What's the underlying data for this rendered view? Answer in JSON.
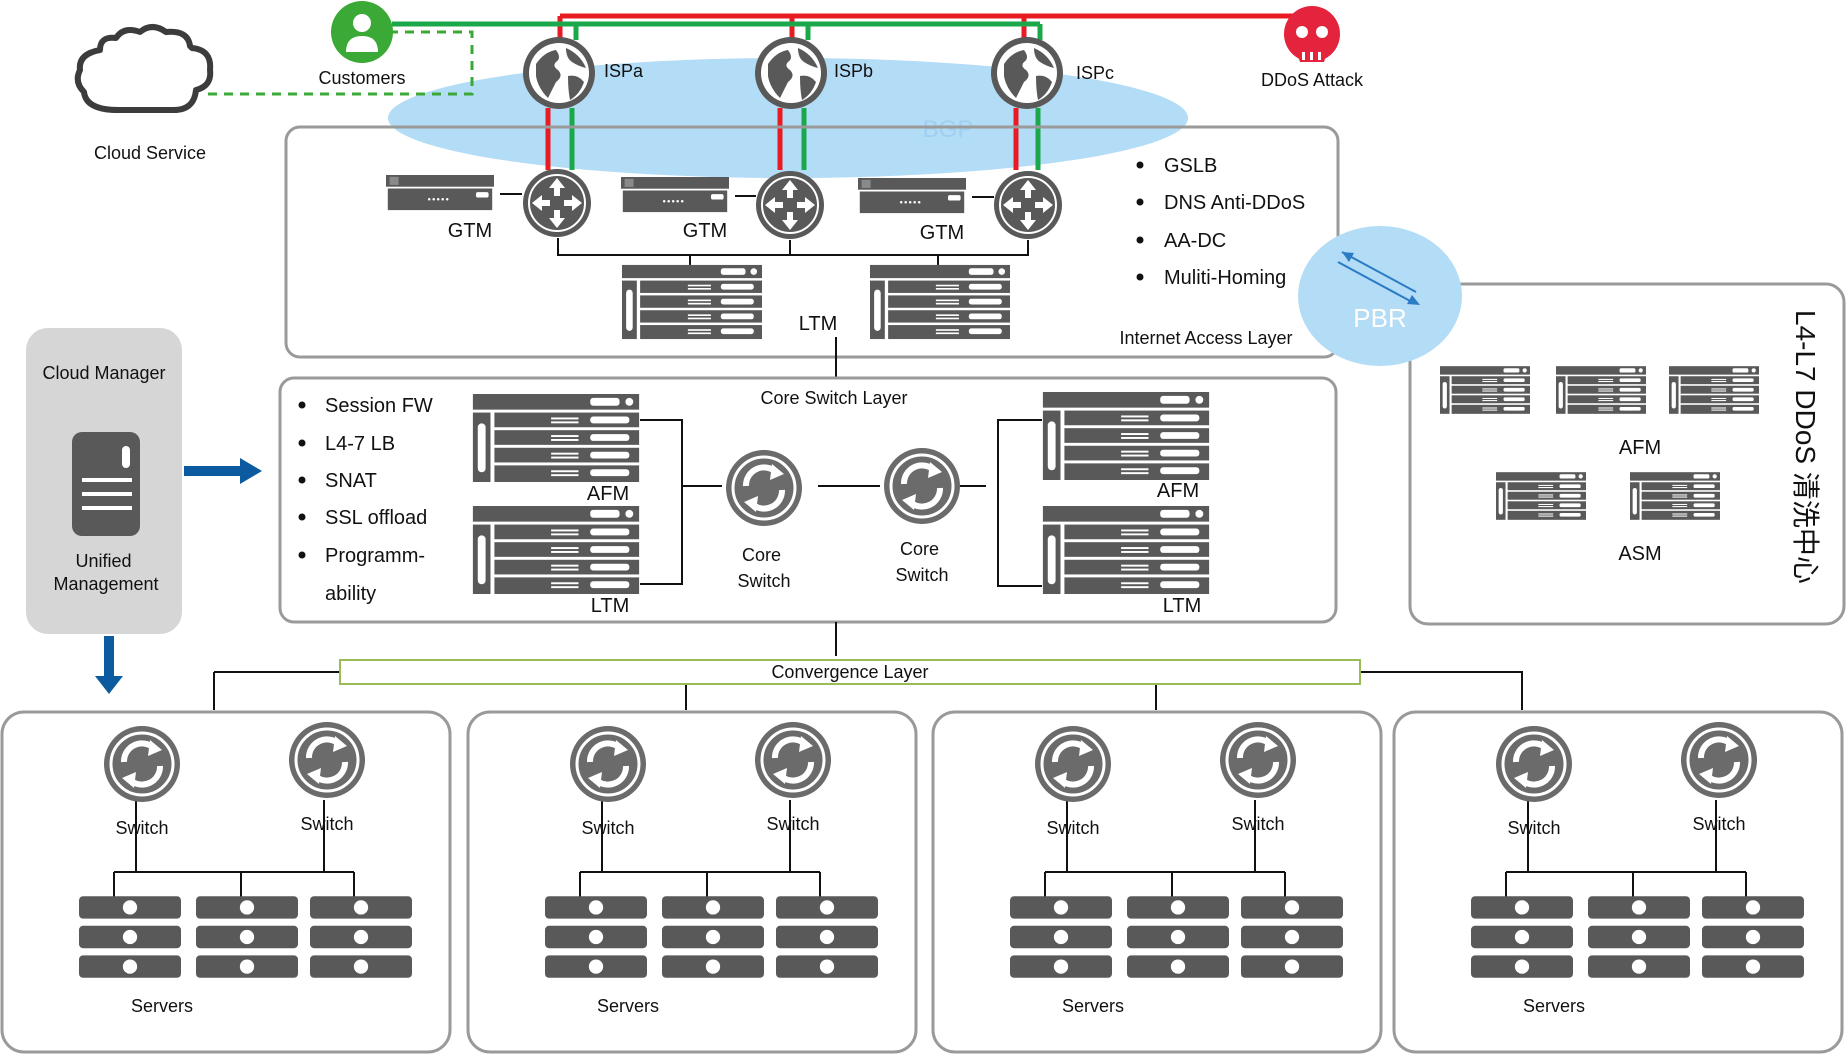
{
  "colors": {
    "device_dark": "#595959",
    "device_mid": "#6b6b6b",
    "device_light": "#d9d9d9",
    "isp_line_red": "#e81b23",
    "isp_line_green": "#1aa84a",
    "customer_green": "#3aa935",
    "ddos_red": "#e4233d",
    "bgp_ellipse": "#b3dcf6",
    "pbr_arrow": "#2b7bc6",
    "mgmt_arrow": "#0c5aa0",
    "panel_border": "#9a9a9a",
    "cloud_manager_bg": "#d6d6d6",
    "convergence_border": "#9bbb59"
  },
  "top": {
    "cloud_service": "Cloud  Service",
    "customers": "Customers",
    "isps": [
      "ISPa",
      "ISPb",
      "ISPc"
    ],
    "ddos_attack": "DDoS Attack",
    "bgp": "BGP",
    "icons": {
      "cloud": "cloud-icon",
      "customer": "user-icon",
      "isp": "globe-icon",
      "ddos": "skull-icon"
    }
  },
  "internet_access_layer": {
    "title": "Internet  Access Layer",
    "gtm_labels": [
      "GTM",
      "GTM",
      "GTM"
    ],
    "ltm_label": "LTM",
    "features": [
      "GSLB",
      "DNS Anti-DDoS",
      "AA-DC",
      "Muliti-Homing"
    ]
  },
  "pbr": {
    "label": "PBR"
  },
  "ddos_center": {
    "title": "L4-L7 DDoS 清洗中心",
    "afm_label": "AFM",
    "asm_label": "ASM"
  },
  "cloud_manager": {
    "title": "Cloud Manager",
    "subtitle": "Unified\nManagement",
    "icon": "server-tower-icon"
  },
  "core_switch_layer": {
    "title": "Core Switch Layer",
    "features": [
      "Session FW",
      "L4-7 LB",
      "SNAT",
      "SSL offload",
      "Programm-",
      "ability"
    ],
    "afm_label": "AFM",
    "ltm_label": "LTM",
    "core_switch_label": "Core\nSwitch"
  },
  "convergence_layer": {
    "title": "Convergence Layer"
  },
  "access_pods": [
    {
      "switch_labels": [
        "Switch",
        "Switch"
      ],
      "servers_label": "Servers"
    },
    {
      "switch_labels": [
        "Switch",
        "Switch"
      ],
      "servers_label": "Servers"
    },
    {
      "switch_labels": [
        "Switch",
        "Switch"
      ],
      "servers_label": "Servers"
    },
    {
      "switch_labels": [
        "Switch",
        "Switch"
      ],
      "servers_label": "Servers"
    }
  ]
}
